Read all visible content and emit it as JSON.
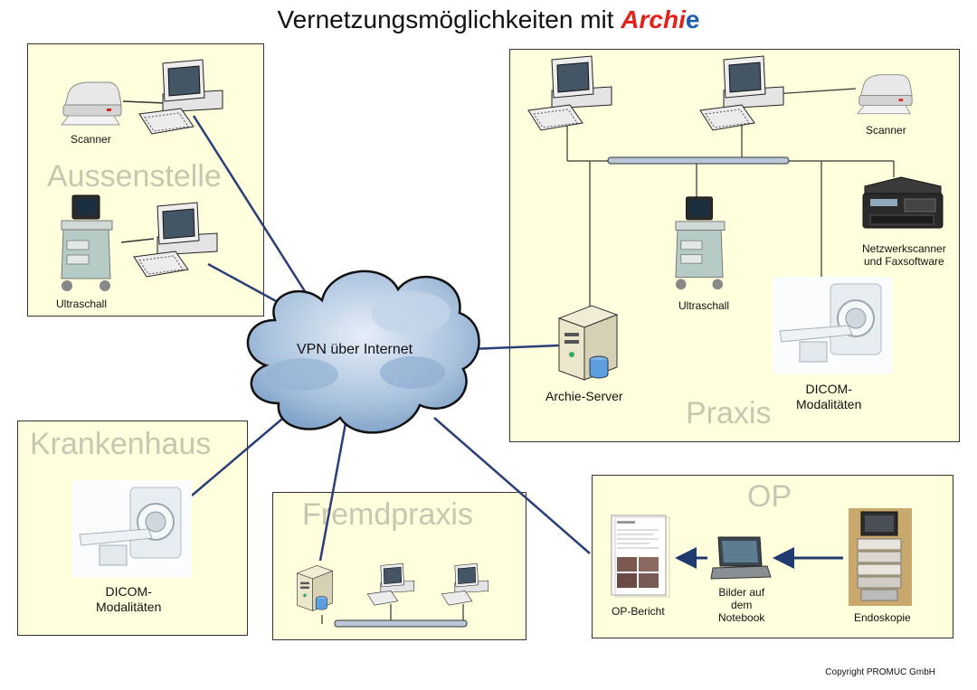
{
  "title": {
    "prefix": "Vernetzungsmöglichkeiten mit ",
    "brand_main": "Archi",
    "brand_accent": "e"
  },
  "colors": {
    "box_fill": "#ffffdd",
    "link_line": "#2a3f78",
    "brand_red": "#e2231a",
    "brand_blue": "#1f5fb0",
    "watermark": "#c8c6b2"
  },
  "aussenstelle": {
    "title": "Aussenstelle",
    "scanner": "Scanner",
    "ultraschall": "Ultraschall"
  },
  "praxis": {
    "title": "Praxis",
    "scanner": "Scanner",
    "netzwerkscanner_1": "Netzwerkscanner",
    "netzwerkscanner_2": "und Faxsoftware",
    "ultraschall": "Ultraschall",
    "server": "Archie-Server",
    "dicom_1": "DICOM-",
    "dicom_2": "Modalitäten"
  },
  "cloud": {
    "label": "VPN über Internet"
  },
  "krankenhaus": {
    "title": "Krankenhaus",
    "dicom_1": "DICOM-",
    "dicom_2": "Modalitäten"
  },
  "fremdpraxis": {
    "title": "Fremdpraxis"
  },
  "op": {
    "title": "OP",
    "bericht": "OP-Bericht",
    "notebook_1": "Bilder auf",
    "notebook_2": "dem",
    "notebook_3": "Notebook",
    "endoskopie": "Endoskopie"
  },
  "copyright": "Copyright PROMUC GmbH"
}
